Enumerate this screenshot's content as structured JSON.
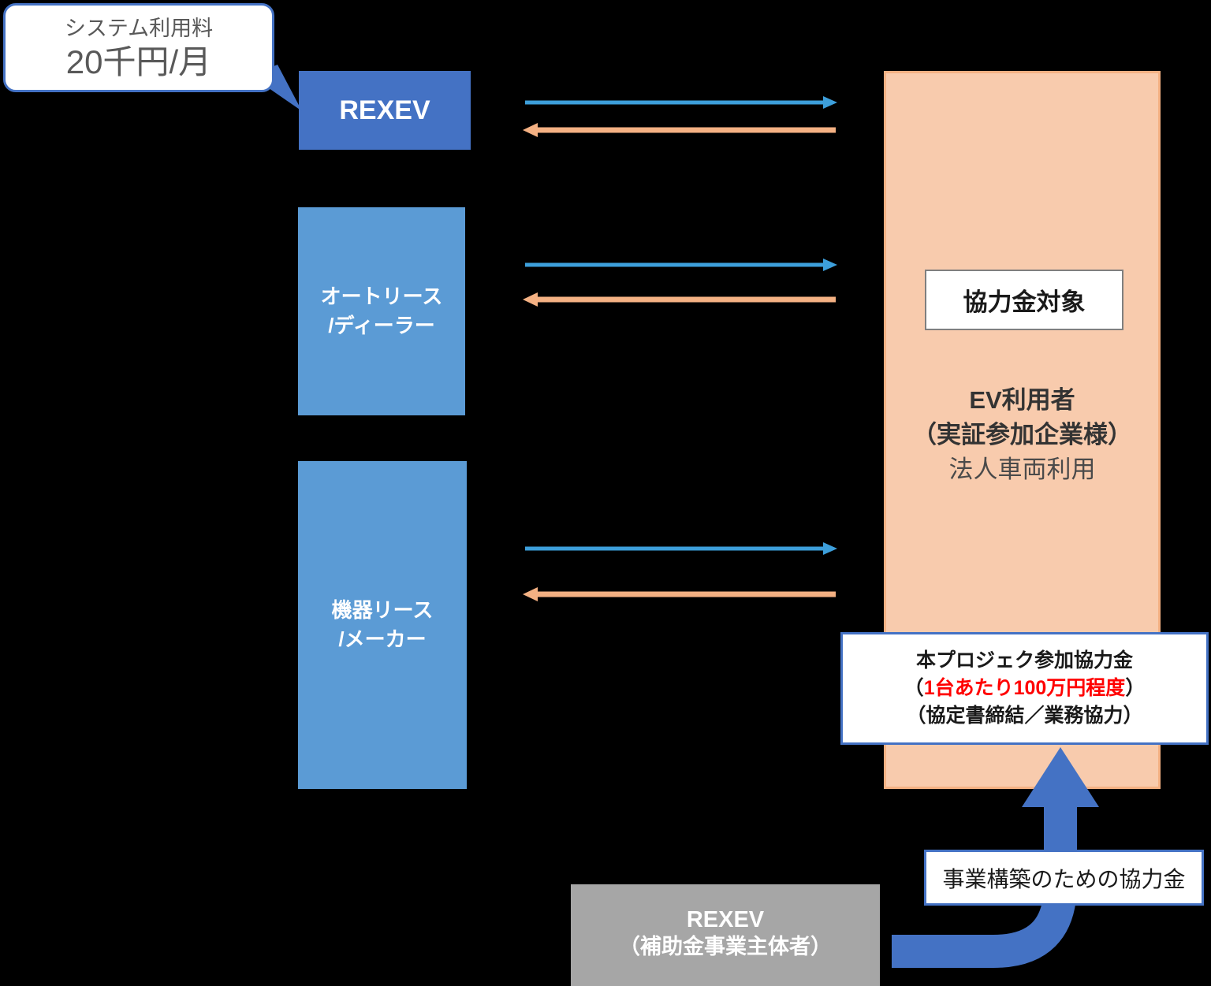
{
  "colors": {
    "background": "#000000",
    "dark_blue": "#4472C4",
    "light_blue": "#5B9BD5",
    "arrow_blue": "#3D9FDB",
    "arrow_orange": "#F4B183",
    "peach_fill": "#F8CBAD",
    "peach_border": "#F4B183",
    "gray_box": "#A6A6A6",
    "highlight_red": "#FF0000",
    "callout_text": "#595959"
  },
  "callout": {
    "title": "システム利用料",
    "value": "20千円/月"
  },
  "entities": {
    "rexev": {
      "label": "REXEV"
    },
    "auto_lease": {
      "line1": "オートリース",
      "line2": "/ディーラー"
    },
    "equipment_lease": {
      "line1": "機器リース",
      "line2": "/メーカー"
    }
  },
  "ev_user_panel": {
    "badge": "協力金対象",
    "name_line1": "EV利用者",
    "name_line2": "（実証参加企業様）",
    "usage": "法人車両利用"
  },
  "project_fee_box": {
    "line1": "本プロジェク参加協力金",
    "line2_prefix": "（",
    "line2_highlight": "1台あたり100万円程度",
    "line2_suffix": "）",
    "line3": "（協定書締結／業務協力）"
  },
  "business_fee_label": "事業構築のための協力金",
  "subsidy_entity": {
    "line1": "REXEV",
    "line2": "（補助金事業主体者）"
  }
}
